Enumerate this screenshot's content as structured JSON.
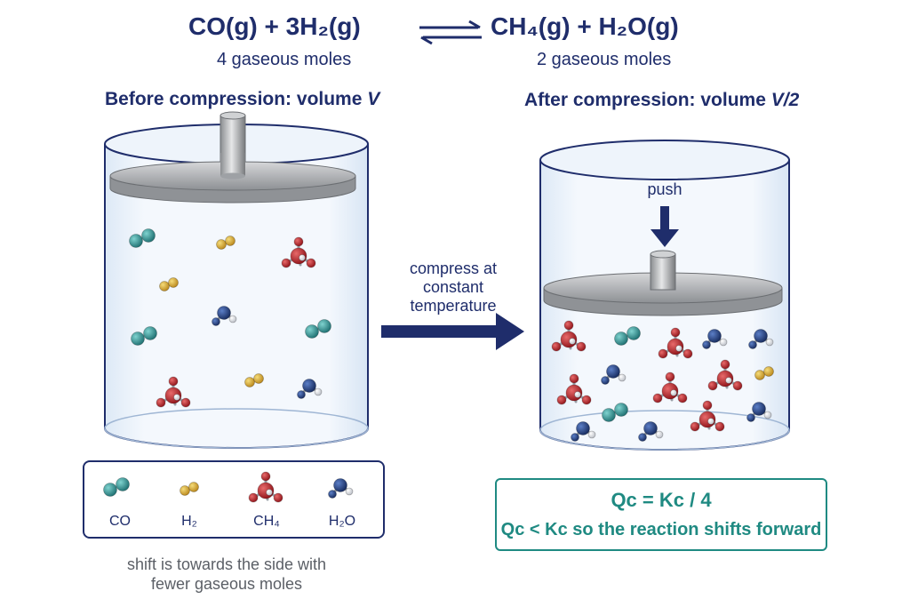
{
  "equation": {
    "left": "CO(g)  +  3H₂(g)",
    "right": "CH₄(g)  +  H₂O(g)",
    "left_moles": "4 gaseous moles",
    "right_moles": "2 gaseous moles"
  },
  "before": {
    "title_prefix": "Before compression: volume ",
    "title_var": "V"
  },
  "after": {
    "title_prefix": "After compression: volume ",
    "title_var": "V/2"
  },
  "arrow_label": [
    "compress at",
    "constant",
    "temperature"
  ],
  "push_label": "push",
  "legend": {
    "co": "CO",
    "h2": "H₂",
    "ch4": "CH₄",
    "h2o": "H₂O"
  },
  "note": [
    "shift is towards the side with",
    "fewer gaseous moles"
  ],
  "result": {
    "line1": "Qc = Kc / 4",
    "line2": "Qc < Kc  so the reaction shifts forward"
  },
  "colors": {
    "navy": "#1f2d6b",
    "teal": "#1f8a82",
    "co": "#2a8c8c",
    "h2": "#d4a72c",
    "ch4": "#b52328",
    "h2o": "#1f3a7a"
  }
}
